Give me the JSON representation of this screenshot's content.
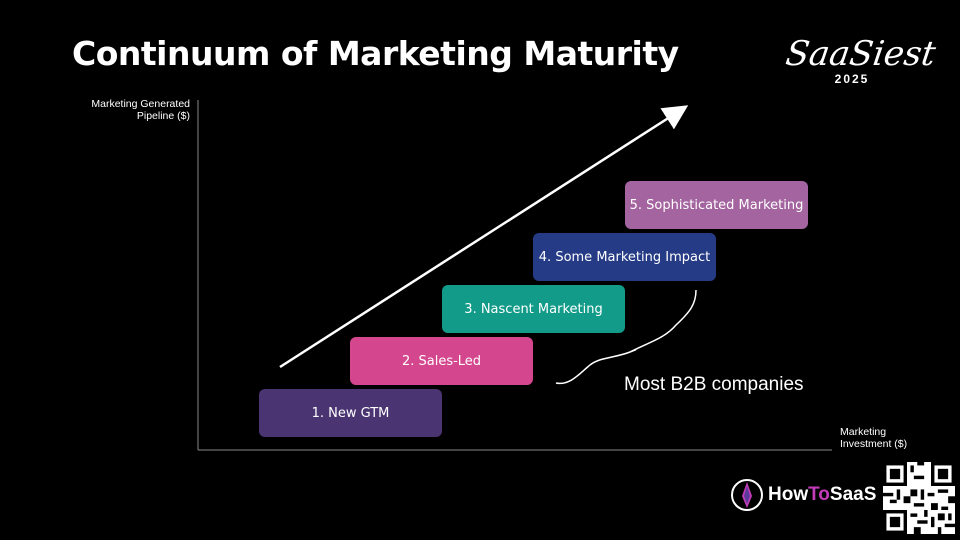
{
  "title": "Continuum of Marketing Maturity",
  "logo": {
    "script": "SaaSiest",
    "year": "2025"
  },
  "axes": {
    "y_label": "Marketing Generated Pipeline ($)",
    "x_label": "Marketing Investment ($)"
  },
  "steps": [
    {
      "label": "1. New GTM",
      "color": "#4a3472"
    },
    {
      "label": "2. Sales-Led",
      "color": "#d4468e"
    },
    {
      "label": "3. Nascent Marketing",
      "color": "#139b8a"
    },
    {
      "label": "4. Some Marketing Impact",
      "color": "#253b85"
    },
    {
      "label": "5. Sophisticated Marketing",
      "color": "#a4649f"
    }
  ],
  "brace_note": "Most B2B companies",
  "brand": {
    "prefix": "How",
    "accent": "To",
    "suffix": "SaaS",
    "accent_color": "#c23bb8"
  }
}
